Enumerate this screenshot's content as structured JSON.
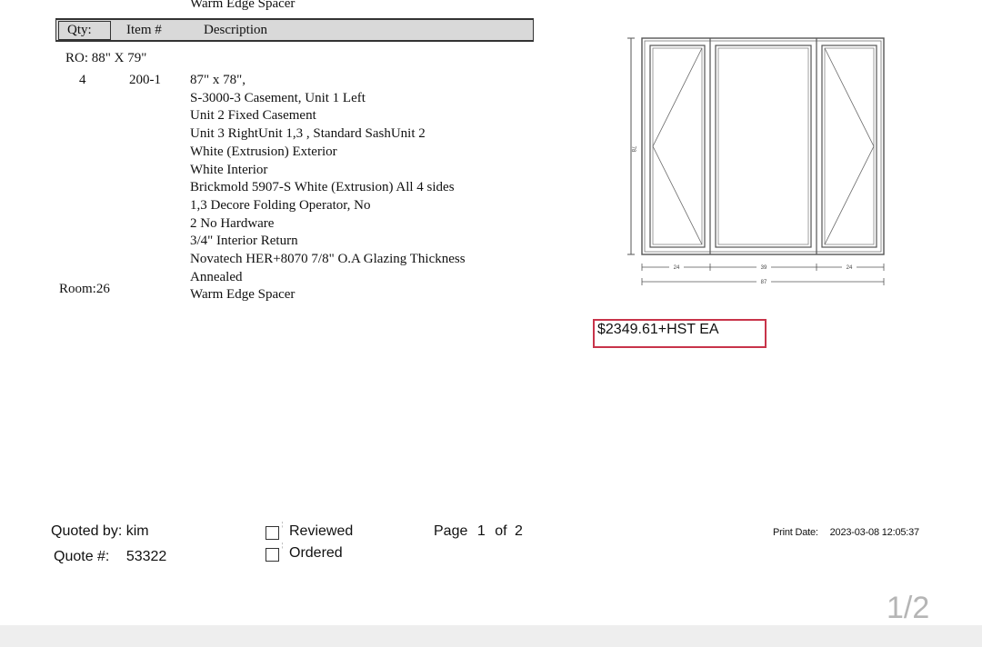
{
  "top_cutoff_text": "Warm Edge Spacer",
  "table_header": {
    "qty": "Qty:",
    "item": "Item #",
    "description": "Description"
  },
  "ro": "RO: 88\" X 79\"",
  "line_item": {
    "qty": "4",
    "item_no": "200-1",
    "room": "Room:26",
    "description_lines": [
      "87\" x 78\",",
      "S-3000-3 Casement, Unit 1  Left",
      "Unit 2  Fixed Casement",
      "Unit 3  RightUnit 1,3  , Standard SashUnit 2",
      "White (Extrusion) Exterior",
      "White Interior",
      "Brickmold 5907-S White (Extrusion) All 4 sides",
      " 1,3  Decore Folding Operator, No",
      " 2  No Hardware",
      "3/4\" Interior Return",
      "Novatech HER+8070 7/8\" O.A Glazing Thickness",
      "Annealed",
      "Warm Edge Spacer"
    ]
  },
  "drawing": {
    "height_label": "78",
    "widths": [
      "24",
      "39",
      "24"
    ],
    "total_width": "87"
  },
  "price": "$2349.61+HST EA",
  "footer": {
    "quoted_by_label": "Quoted by:",
    "quoted_by": "kim",
    "quote_label": "Quote #:",
    "quote_no": "53322",
    "reviewed": "Reviewed",
    "ordered": "Ordered",
    "page_label": "Page",
    "page_current": "1",
    "page_of": "of",
    "page_total": "2",
    "print_date_label": "Print Date:",
    "print_date": "2023-03-08 12:05:37"
  },
  "pager": "1/2",
  "colors": {
    "price_border": "#c8344a",
    "header_bg": "#d9d9d9",
    "pager": "#b5b5b5"
  }
}
